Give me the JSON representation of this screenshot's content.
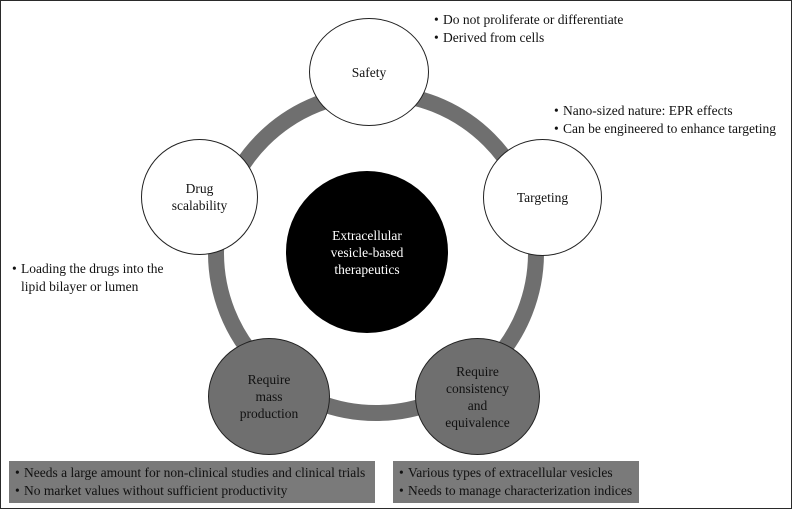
{
  "center": {
    "label": "Extracellular\nvesicle-based\ntherapeutics"
  },
  "nodes": {
    "safety": {
      "label": "Safety"
    },
    "targeting": {
      "label": "Targeting"
    },
    "drug_scalability": {
      "label": "Drug\nscalability"
    },
    "mass_production": {
      "label": "Require\nmass\nproduction"
    },
    "consistency": {
      "label": "Require\nconsistency\nand\nequivalence"
    }
  },
  "notes": {
    "safety": [
      "Do not proliferate or differentiate",
      "Derived from cells"
    ],
    "targeting": [
      "Nano-sized nature: EPR effects",
      "Can be engineered to enhance targeting"
    ],
    "drug_scalability": [
      "Loading the drugs into the lipid bilayer or lumen"
    ],
    "mass_production": [
      "Needs a large amount for non-clinical studies and clinical trials",
      "No market values without sufficient productivity"
    ],
    "consistency": [
      "Various types of extracellular vesicles",
      "Needs to manage characterization indices"
    ]
  },
  "colors": {
    "ring": "#6f6f6f",
    "challenge_fill": "#6f6f6f",
    "note_box_fill": "#7a7a7a",
    "center_fill": "#000000"
  }
}
